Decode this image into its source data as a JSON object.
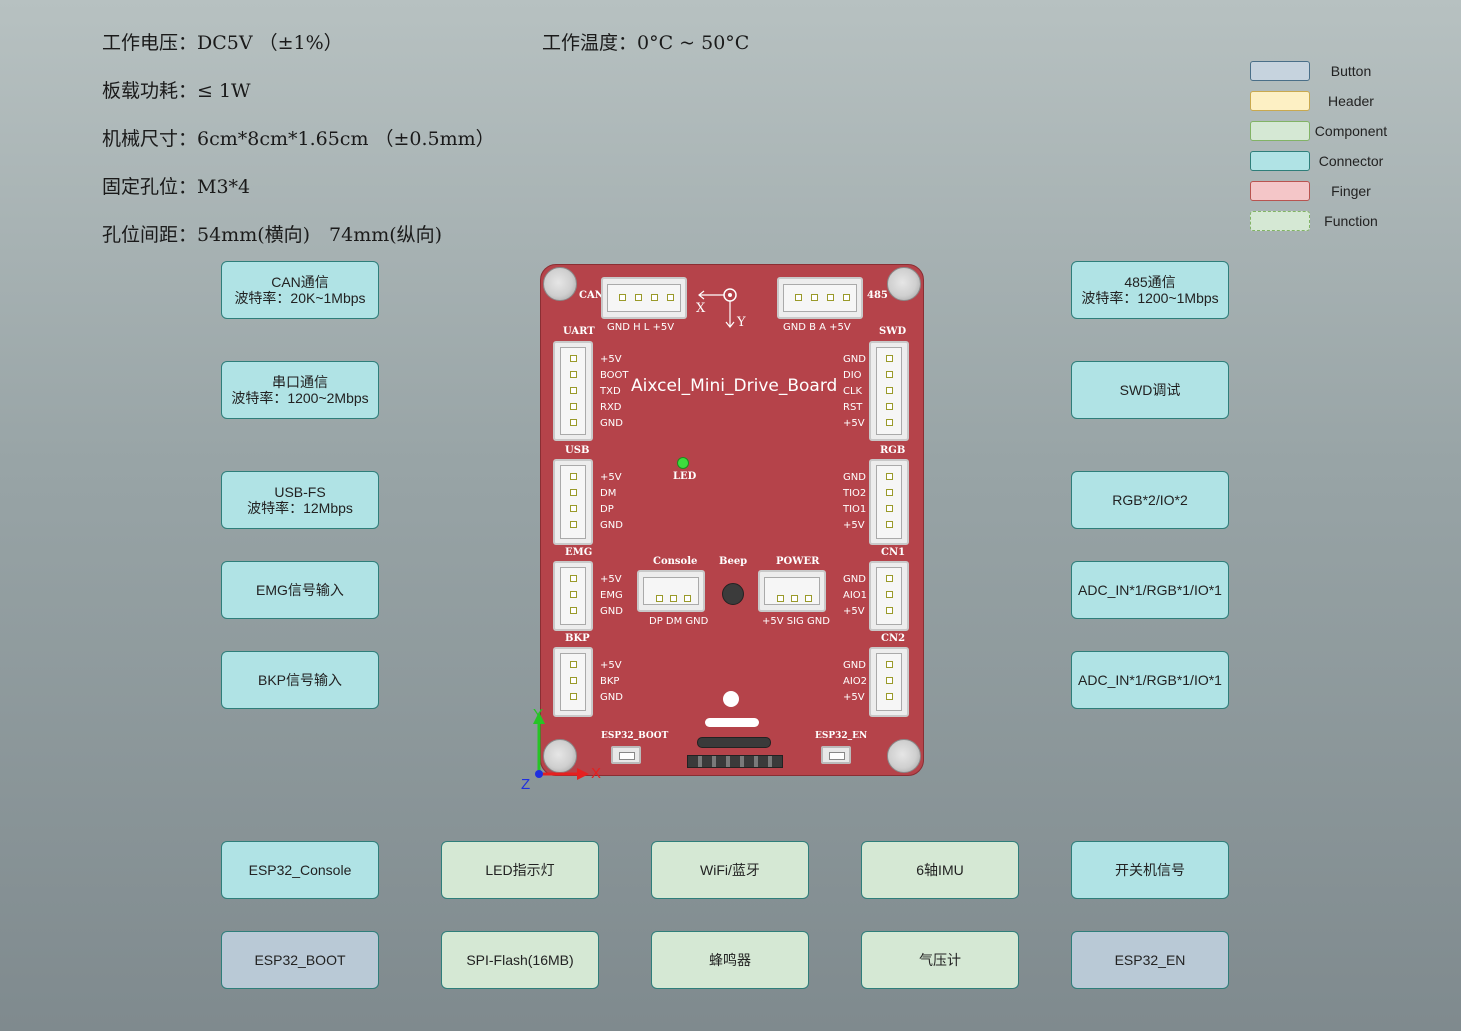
{
  "specs": {
    "voltage": "工作电压：DC5V （±1%）",
    "temperature": "工作温度：0°C ~ 50°C",
    "power": "板载功耗：≤ 1W",
    "size": "机械尺寸：6cm*8cm*1.65cm （±0.5mm）",
    "holes": "固定孔位：M3*4",
    "hole_spacing": "孔位间距：54mm(横向)　74mm(纵向)"
  },
  "legend": [
    {
      "label": "Button",
      "color": "#c6d3de"
    },
    {
      "label": "Header",
      "color": "#fdf0c4"
    },
    {
      "label": "Component",
      "color": "#d5e8d4"
    },
    {
      "label": "Connector",
      "color": "#b0e3e5"
    },
    {
      "label": "Finger",
      "color": "#f4c6c8"
    },
    {
      "label": "Function",
      "color": "#d5e8d4"
    }
  ],
  "left_boxes": [
    {
      "line1": "CAN通信",
      "line2": "波特率：20K~1Mbps"
    },
    {
      "line1": "串口通信",
      "line2": "波特率：1200~2Mbps"
    },
    {
      "line1": "USB-FS",
      "line2": "波特率：12Mbps"
    },
    {
      "line1": "EMG信号输入",
      "line2": ""
    },
    {
      "line1": "BKP信号输入",
      "line2": ""
    }
  ],
  "right_boxes": [
    {
      "line1": "485通信",
      "line2": "波特率：1200~1Mbps"
    },
    {
      "line1": "SWD调试",
      "line2": ""
    },
    {
      "line1": "RGB*2/IO*2",
      "line2": ""
    },
    {
      "line1": "ADC_IN*1/RGB*1/IO*1",
      "line2": ""
    },
    {
      "line1": "ADC_IN*1/RGB*1/IO*1",
      "line2": ""
    }
  ],
  "bottom_row1": [
    "ESP32_Console",
    "LED指示灯",
    "WiFi/蓝牙",
    "6轴IMU",
    "开关机信号"
  ],
  "bottom_row2": [
    "ESP32_BOOT",
    "SPI-Flash(16MB)",
    "蜂鸣器",
    "气压计",
    "ESP32_EN"
  ],
  "board": {
    "title": "Aixcel_Mini_Drive_Board",
    "can_label": "CAN",
    "can_pins": "GND  H  L  +5V",
    "rs485_label": "485",
    "rs485_pins": "GND  B  A  +5V",
    "axis_x": "X",
    "axis_y": "Y",
    "uart_label": "UART",
    "uart_pins": [
      "+5V",
      "BOOT",
      "TXD",
      "RXD",
      "GND"
    ],
    "usb_label": "USB",
    "usb_pins": [
      "+5V",
      "DM",
      "DP",
      "GND"
    ],
    "emg_label": "EMG",
    "emg_pins": [
      "+5V",
      "EMG",
      "GND"
    ],
    "bkp_label": "BKP",
    "bkp_pins": [
      "+5V",
      "BKP",
      "GND"
    ],
    "swd_label": "SWD",
    "swd_pins": [
      "GND",
      "DIO",
      "CLK",
      "RST",
      "+5V"
    ],
    "rgb_label": "RGB",
    "rgb_pins": [
      "GND",
      "TIO2",
      "TIO1",
      "+5V"
    ],
    "cn1_label": "CN1",
    "cn1_pins": [
      "GND",
      "AIO1",
      "+5V"
    ],
    "cn2_label": "CN2",
    "cn2_pins": [
      "GND",
      "AIO2",
      "+5V"
    ],
    "led_label": "LED",
    "console_label": "Console",
    "console_pins": "DP  DM  GND",
    "beep_label": "Beep",
    "power_label": "POWER",
    "power_pins": "+5V  SIG  GND",
    "esp32_boot_label": "ESP32_BOOT",
    "esp32_en_label": "ESP32_EN"
  },
  "coord": {
    "x": "X",
    "y": "Y",
    "z": "Z"
  }
}
